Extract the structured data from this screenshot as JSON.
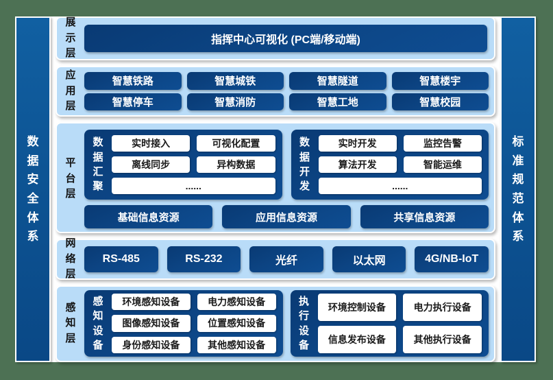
{
  "colors": {
    "frame_green": "#4d7154",
    "panel_white": "#ffffff",
    "container_light_blue": "#b9dcf8",
    "box_blue_dark": "#093a74",
    "box_blue": "#0e4d92",
    "sidebar_blue": "#0d5494",
    "label_text": "#141414",
    "box_text": "#ffffff"
  },
  "sidebars": {
    "left": "数据安全体系",
    "right": "标准规范体系"
  },
  "layers": [
    {
      "label": "展示层",
      "banner": "指挥中心可视化 (PC端/移动端)"
    },
    {
      "label": "应用层",
      "rows": [
        [
          "智慧铁路",
          "智慧城铁",
          "智慧隧道",
          "智慧楼宇"
        ],
        [
          "智慧停车",
          "智慧消防",
          "智慧工地",
          "智慧校园"
        ]
      ]
    },
    {
      "label": "平台层",
      "groups": [
        {
          "title": "数据汇聚",
          "rows": [
            [
              "实时接入",
              "可视化配置"
            ],
            [
              "离线同步",
              "异构数据"
            ]
          ],
          "more": "......"
        },
        {
          "title": "数据开发",
          "rows": [
            [
              "实时开发",
              "监控告警"
            ],
            [
              "算法开发",
              "智能运维"
            ]
          ],
          "more": "......"
        }
      ],
      "resources": [
        "基础信息资源",
        "应用信息资源",
        "共享信息资源"
      ]
    },
    {
      "label": "网络层",
      "items": [
        "RS-485",
        "RS-232",
        "光纤",
        "以太网",
        "4G/NB-IoT"
      ]
    },
    {
      "label": "感知层",
      "groups": [
        {
          "title": "感知设备",
          "rows": [
            [
              "环境感知设备",
              "电力感知设备"
            ],
            [
              "图像感知设备",
              "位置感知设备"
            ],
            [
              "身份感知设备",
              "其他感知设备"
            ]
          ]
        },
        {
          "title": "执行设备",
          "rows": [
            [
              "环境控制设备",
              "电力执行设备"
            ],
            [
              "信息发布设备",
              "其他执行设备"
            ]
          ]
        }
      ]
    }
  ]
}
